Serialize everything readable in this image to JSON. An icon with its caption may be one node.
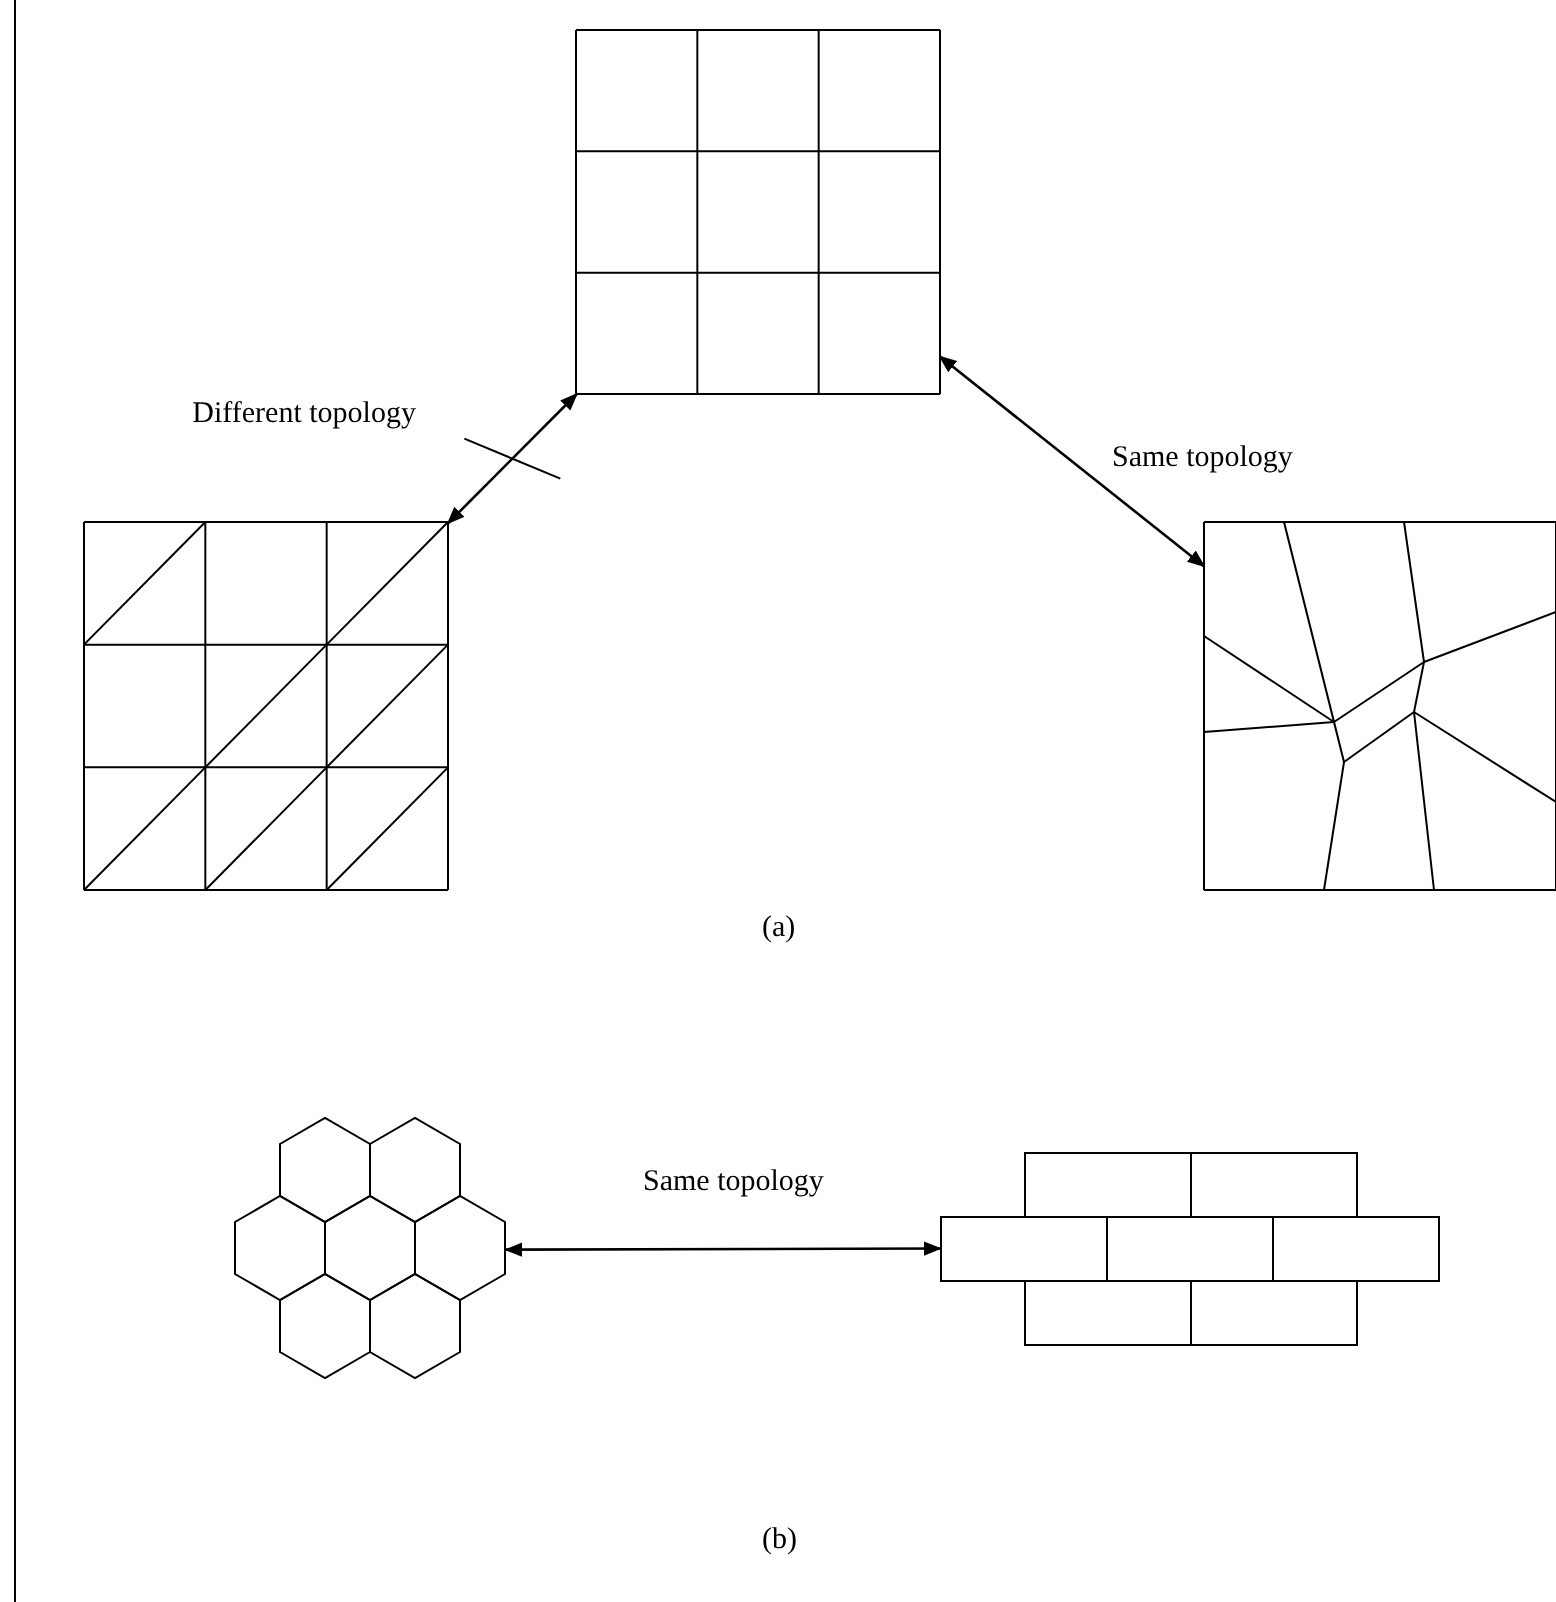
{
  "diagram": {
    "nodes": [
      {
        "text": [],
        "shape": "picture"
      },
      {
        "text": [],
        "shape": "picture"
      },
      {
        "text": [],
        "shape": "picture"
      },
      {
        "text": [],
        "shape": "picture"
      },
      {
        "text": [],
        "shape": "picture"
      }
    ],
    "edges": [
      {
        "from": 1,
        "to": 0,
        "arrow": "both",
        "label": "Different topology"
      },
      {
        "from": 0,
        "to": 2,
        "arrow": "both",
        "label": "Same topology"
      },
      {
        "from": 3,
        "to": 4,
        "arrow": "both",
        "label": "Same topology"
      }
    ],
    "labels": [
      "(a)",
      "(b)"
    ]
  }
}
